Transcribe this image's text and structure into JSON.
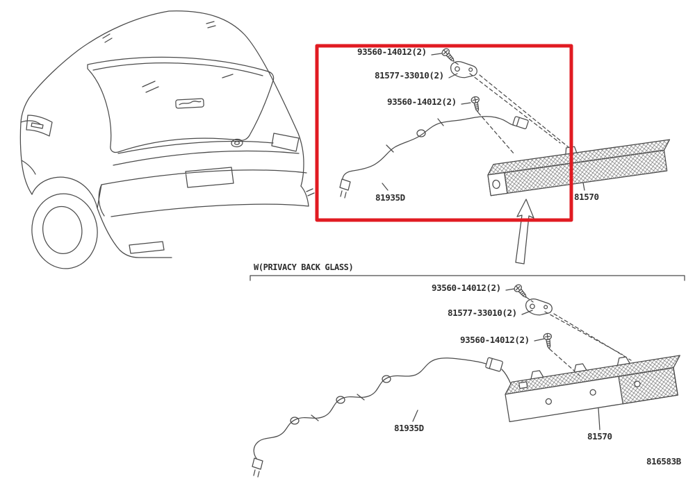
{
  "diagram": {
    "code": "816583B",
    "highlight_color": "#e11b22",
    "privacy_note": "W(PRIVACY BACK GLASS)",
    "top": {
      "screw_upper": "93560-14012(2)",
      "bracket": "81577-33010(2)",
      "screw_lower": "93560-14012(2)",
      "harness": "81935D",
      "lamp": "81570"
    },
    "bottom": {
      "screw_upper": "93560-14012(2)",
      "bracket": "81577-33010(2)",
      "screw_lower": "93560-14012(2)",
      "harness": "81935D",
      "lamp": "81570"
    }
  }
}
